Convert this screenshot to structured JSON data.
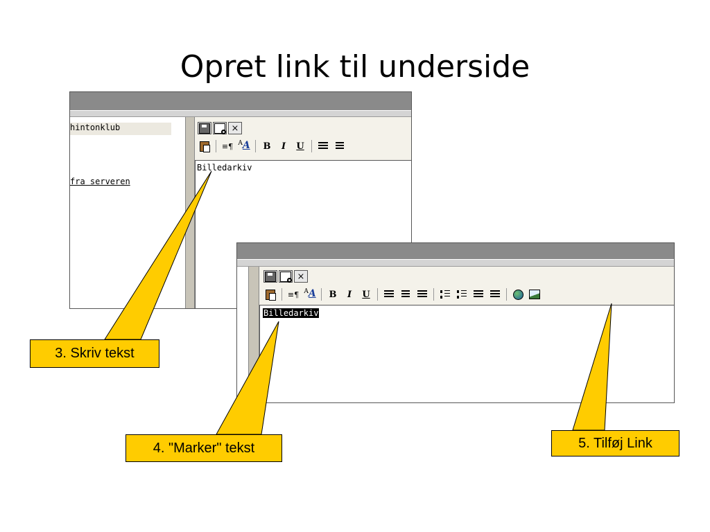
{
  "slide": {
    "title": "Opret link til underside"
  },
  "screenshot_back": {
    "sidebar_item": "hintonklub",
    "sidebar_link": "fra serveren",
    "editor_text": "Billedarkiv",
    "close_glyph": "×",
    "tool_bold": "B",
    "tool_italic": "I",
    "tool_underline": "U",
    "tool_style_glyph": "≡¶",
    "tool_font_glyph": "A",
    "tool_font_glyph_big": "A"
  },
  "screenshot_front": {
    "editor_text": "Billedarkiv",
    "close_glyph": "×",
    "tool_bold": "B",
    "tool_italic": "I",
    "tool_underline": "U",
    "tool_style_glyph": "≡¶",
    "tool_font_glyph": "A",
    "tool_font_glyph_big": "A"
  },
  "callouts": {
    "step3": "3. Skriv tekst",
    "step4": "4. \"Marker\" tekst",
    "step5": "5. Tilføj Link"
  },
  "colors": {
    "callout_fill": "#ffcc00",
    "titlebar": "#8a8a8a"
  }
}
